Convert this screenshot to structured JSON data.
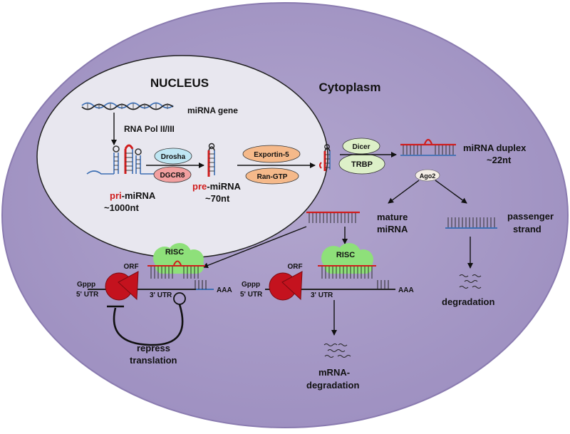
{
  "colors": {
    "cell": "#a496c4",
    "cell_edge": "#8a7bb0",
    "nucleus": "#e8e7ef",
    "rna": "#3d6fb3",
    "mirna": "#d01c1c",
    "drosha": "#bfe6f3",
    "dgcr8": "#f2a0a0",
    "exportin": "#f5b98a",
    "dicer_trbp": "#ddf0c8",
    "risc": "#8ee07a",
    "ribosome": "#c4121e"
  },
  "labels": {
    "nucleus": "NUCLEUS",
    "cytoplasm": "Cytoplasm",
    "mirna_gene": "miRNA gene",
    "rna_pol": "RNA Pol II/III",
    "drosha": "Drosha",
    "dgcr8": "DGCR8",
    "pri_prefix": "pri",
    "pri_suffix": "-miRNA",
    "pri_size": "~1000nt",
    "pre_prefix": "pre",
    "pre_suffix": "-miRNA",
    "pre_size": "~70nt",
    "exportin": "Exportin-5",
    "ran_gtp": "Ran-GTP",
    "dicer": "Dicer",
    "trbp": "TRBP",
    "duplex": "miRNA duplex",
    "duplex_size": "~22nt",
    "ago2": "Ago2",
    "mature_1": "mature",
    "mature_2": "miRNA",
    "passenger_1": "passenger",
    "passenger_2": "strand",
    "risc": "RISC",
    "orf": "ORF",
    "gppp": "Gppp",
    "utr5": "5' UTR",
    "utr3": "3' UTR",
    "polya": "AAA",
    "repress_1": "repress",
    "repress_2": "translation",
    "mrna_deg_1": "mRNA-",
    "mrna_deg_2": "degradation",
    "degradation": "degradation"
  }
}
